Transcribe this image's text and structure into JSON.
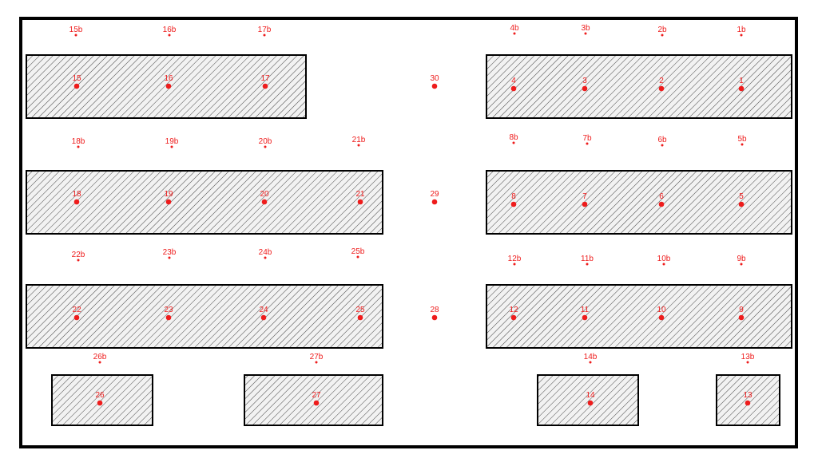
{
  "colors": {
    "marker": "#ee1c1c",
    "outline": "#000000",
    "hatch": "#444444",
    "fill": "#f2f2f2"
  },
  "tables": [
    "t-15-17",
    "t-4-1",
    "t-18-21",
    "t-8-5",
    "t-22-25",
    "t-12-9",
    "t-26",
    "t-27",
    "t-14",
    "t-13"
  ],
  "points": [
    {
      "label": "15b",
      "kind": "small"
    },
    {
      "label": "16b",
      "kind": "small"
    },
    {
      "label": "17b",
      "kind": "small"
    },
    {
      "label": "4b",
      "kind": "small"
    },
    {
      "label": "3b",
      "kind": "small"
    },
    {
      "label": "2b",
      "kind": "small"
    },
    {
      "label": "1b",
      "kind": "small"
    },
    {
      "label": "15",
      "kind": "big"
    },
    {
      "label": "16",
      "kind": "big"
    },
    {
      "label": "17",
      "kind": "big"
    },
    {
      "label": "30",
      "kind": "big"
    },
    {
      "label": "4",
      "kind": "big"
    },
    {
      "label": "3",
      "kind": "big"
    },
    {
      "label": "2",
      "kind": "big"
    },
    {
      "label": "1",
      "kind": "big"
    },
    {
      "label": "18b",
      "kind": "small"
    },
    {
      "label": "19b",
      "kind": "small"
    },
    {
      "label": "20b",
      "kind": "small"
    },
    {
      "label": "21b",
      "kind": "small"
    },
    {
      "label": "8b",
      "kind": "small"
    },
    {
      "label": "7b",
      "kind": "small"
    },
    {
      "label": "6b",
      "kind": "small"
    },
    {
      "label": "5b",
      "kind": "small"
    },
    {
      "label": "18",
      "kind": "big"
    },
    {
      "label": "19",
      "kind": "big"
    },
    {
      "label": "20",
      "kind": "big"
    },
    {
      "label": "21",
      "kind": "big"
    },
    {
      "label": "29",
      "kind": "big"
    },
    {
      "label": "8",
      "kind": "big"
    },
    {
      "label": "7",
      "kind": "big"
    },
    {
      "label": "6",
      "kind": "big"
    },
    {
      "label": "5",
      "kind": "big"
    },
    {
      "label": "22b",
      "kind": "small"
    },
    {
      "label": "23b",
      "kind": "small"
    },
    {
      "label": "24b",
      "kind": "small"
    },
    {
      "label": "25b",
      "kind": "small"
    },
    {
      "label": "12b",
      "kind": "small"
    },
    {
      "label": "11b",
      "kind": "small"
    },
    {
      "label": "10b",
      "kind": "small"
    },
    {
      "label": "9b",
      "kind": "small"
    },
    {
      "label": "22",
      "kind": "big"
    },
    {
      "label": "23",
      "kind": "big"
    },
    {
      "label": "24",
      "kind": "big"
    },
    {
      "label": "25",
      "kind": "big"
    },
    {
      "label": "28",
      "kind": "big"
    },
    {
      "label": "12",
      "kind": "big"
    },
    {
      "label": "11",
      "kind": "big"
    },
    {
      "label": "10",
      "kind": "big"
    },
    {
      "label": "9",
      "kind": "big"
    },
    {
      "label": "26b",
      "kind": "small"
    },
    {
      "label": "27b",
      "kind": "small"
    },
    {
      "label": "14b",
      "kind": "small"
    },
    {
      "label": "13b",
      "kind": "small"
    },
    {
      "label": "26",
      "kind": "big"
    },
    {
      "label": "27",
      "kind": "big"
    },
    {
      "label": "14",
      "kind": "big"
    },
    {
      "label": "13",
      "kind": "big"
    }
  ]
}
